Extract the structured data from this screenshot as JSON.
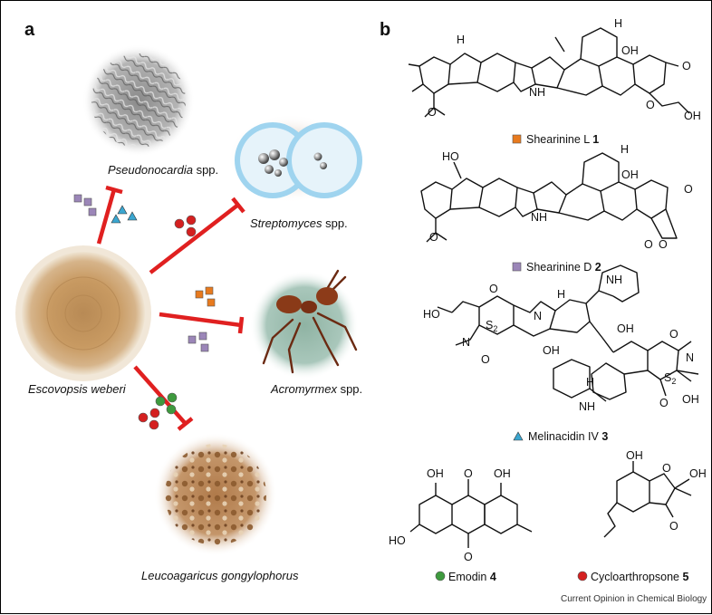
{
  "panels": {
    "a": "a",
    "b": "b"
  },
  "organisms": {
    "center": {
      "italic": "Escovopsis weberi",
      "rest": ""
    },
    "pseudonocardia": {
      "italic": "Pseudonocardia",
      "rest": " spp."
    },
    "streptomyces": {
      "italic": "Streptomyces",
      "rest": " spp."
    },
    "acromyrmex": {
      "italic": "Acromyrmex",
      "rest": " spp."
    },
    "leucoagaricus": {
      "italic": "Leucoagaricus gongylophorus",
      "rest": ""
    }
  },
  "compounds": [
    {
      "name": "Shearinine L",
      "number": "1",
      "marker": "square",
      "color": "#E87A1E"
    },
    {
      "name": "Shearinine D",
      "number": "2",
      "marker": "square",
      "color": "#9B86B8"
    },
    {
      "name": "Melinacidin IV",
      "number": "3",
      "marker": "triangle",
      "color": "#3AA6D0"
    },
    {
      "name": "Emodin",
      "number": "4",
      "marker": "circle",
      "color": "#3E9A3E"
    },
    {
      "name": "Cycloarthropsone",
      "number": "5",
      "marker": "circle",
      "color": "#D42020"
    }
  ],
  "atoms": {
    "h": "H",
    "oh": "OH",
    "ho": "HO",
    "nh": "NH",
    "n": "N",
    "o": "O",
    "s2": "S",
    "sub2": "2"
  },
  "inhibition_color": "#E02020",
  "source": "Current Opinion in Chemical Biology"
}
